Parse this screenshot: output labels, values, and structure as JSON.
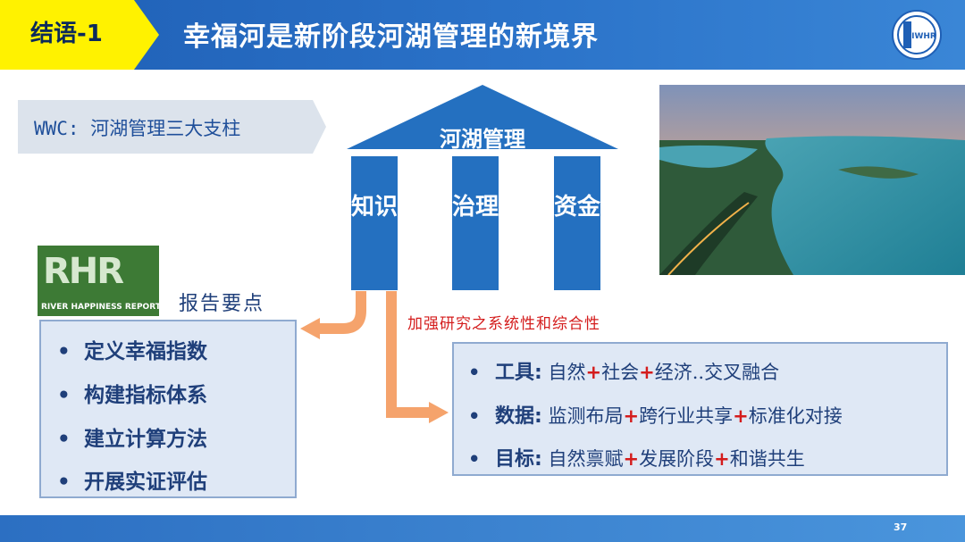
{
  "header": {
    "tag": "结语-1",
    "title": "幸福河是新阶段河湖管理的新境界",
    "logo_text": "IWHR"
  },
  "pillar_banner": "WWC: 河湖管理三大支柱",
  "temple": {
    "roof": "河湖管理",
    "pillars": [
      "知识",
      "治理",
      "资金"
    ]
  },
  "rhr_logo": {
    "main": "RHR",
    "sub": "RIVER HAPPINESS REPORT"
  },
  "report": {
    "label": "报告要点",
    "bullet": "•",
    "items": [
      "定义幸福指数",
      "构建指标体系",
      "建立计算方法",
      "开展实证评估"
    ]
  },
  "strengthen_text": "加强研究之系统性和综合性",
  "tools": [
    {
      "head": "工具:",
      "parts": [
        "自然",
        "社会",
        "经济..交叉融合"
      ]
    },
    {
      "head": "数据:",
      "parts": [
        "监测布局",
        "跨行业共享",
        "标准化对接"
      ]
    },
    {
      "head": "目标:",
      "parts": [
        "自然禀赋",
        "发展阶段",
        "和谐共生"
      ]
    }
  ],
  "plus_sign": "+",
  "page_number": "37",
  "colors": {
    "header_blue": "#2b73c9",
    "tag_yellow": "#fff200",
    "arrow_orange": "#f5a36c",
    "accent_red": "#d41c1c",
    "text_navy": "#1f3f7a"
  }
}
